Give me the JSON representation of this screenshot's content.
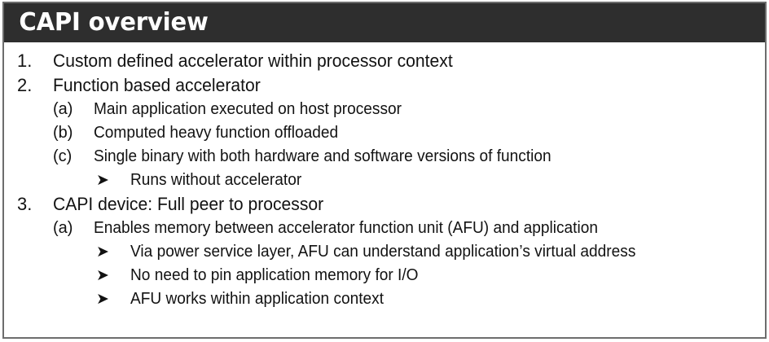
{
  "slide": {
    "title": "CAPI overview",
    "title_bar_color": "#2e2e2e",
    "title_text_color": "#ffffff",
    "body_text_color": "#121212",
    "background_color": "#ffffff",
    "border_color": "#6d6d6d"
  },
  "outline": [
    {
      "level": 1,
      "marker": "1.",
      "text": "Custom defined accelerator within processor context",
      "icon": "none"
    },
    {
      "level": 1,
      "marker": "2.",
      "text": "Function based accelerator",
      "icon": "none"
    },
    {
      "level": 2,
      "marker": "(a)",
      "text": "Main application executed on host processor",
      "icon": "none"
    },
    {
      "level": 2,
      "marker": "(b)",
      "text": "Computed heavy function offloaded",
      "icon": "none"
    },
    {
      "level": 2,
      "marker": "(c)",
      "text": "Single binary with both hardware and software versions of function",
      "icon": "none"
    },
    {
      "level": 3,
      "marker": "➤",
      "text": "Runs without accelerator",
      "icon": "arrow-bullet-icon"
    },
    {
      "level": 1,
      "marker": "3.",
      "text": "CAPI device: Full peer to processor",
      "icon": "none"
    },
    {
      "level": 2,
      "marker": "(a)",
      "text": "Enables memory between accelerator function unit (AFU) and application",
      "icon": "none"
    },
    {
      "level": 3,
      "marker": "➤",
      "text": "Via power service layer, AFU can understand application’s virtual address",
      "icon": "arrow-bullet-icon"
    },
    {
      "level": 3,
      "marker": "➤",
      "text": "No need to pin application memory for I/O",
      "icon": "arrow-bullet-icon"
    },
    {
      "level": 3,
      "marker": "➤",
      "text": "AFU works within application context",
      "icon": "arrow-bullet-icon"
    }
  ]
}
